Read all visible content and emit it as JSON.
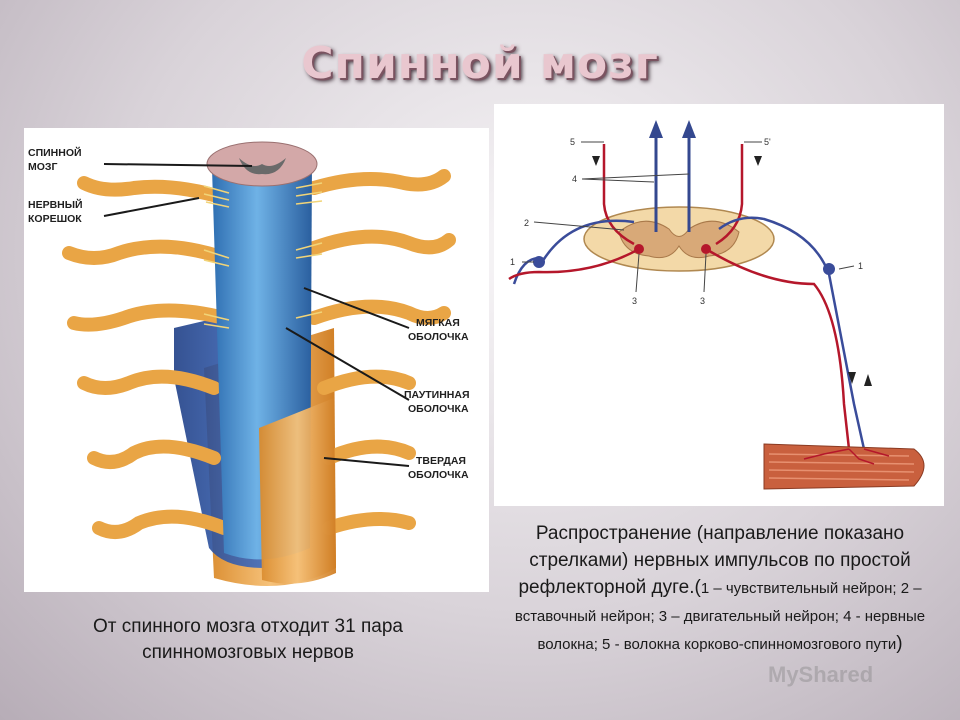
{
  "title": "Спинной мозг",
  "left_diagram": {
    "labels": {
      "spinal_cord": [
        "СПИННОЙ",
        "МОЗГ"
      ],
      "nerve_root": [
        "НЕРВНЫЙ",
        "КОРЕШОК"
      ],
      "pia_mater": [
        "МЯГКАЯ",
        "ОБОЛОЧКА"
      ],
      "arachnoid": [
        "ПАУТИННАЯ",
        "ОБОЛОЧКА"
      ],
      "dura_mater": [
        "ТВЕРДАЯ",
        "ОБОЛОЧКА"
      ]
    }
  },
  "right_diagram": {
    "numbers": [
      "1",
      "2",
      "3",
      "4",
      "5",
      "5'",
      "1",
      "3"
    ]
  },
  "captions": {
    "left": "От спинного мозга отходит 31 пара спинномозговых нервов",
    "right_main": "Распространение (направление показано стрелками) нервных импульсов по простой рефлекторной дуге.",
    "right_detail_open": "(",
    "right_detail": "1 – чувствительный нейрон; 2 – вставочный нейрон; 3 – двигательный нейрон; 4 - нервные волокна; 5 - волокна корково-спинномозгового пути",
    "right_detail_close": ")"
  },
  "watermark": "MyShared",
  "colors": {
    "cord_blue": "#3f86c8",
    "nerve_orange": "#eeaa4a",
    "motor_red": "#b5172b",
    "sensory_blue": "#3a4c9a"
  }
}
